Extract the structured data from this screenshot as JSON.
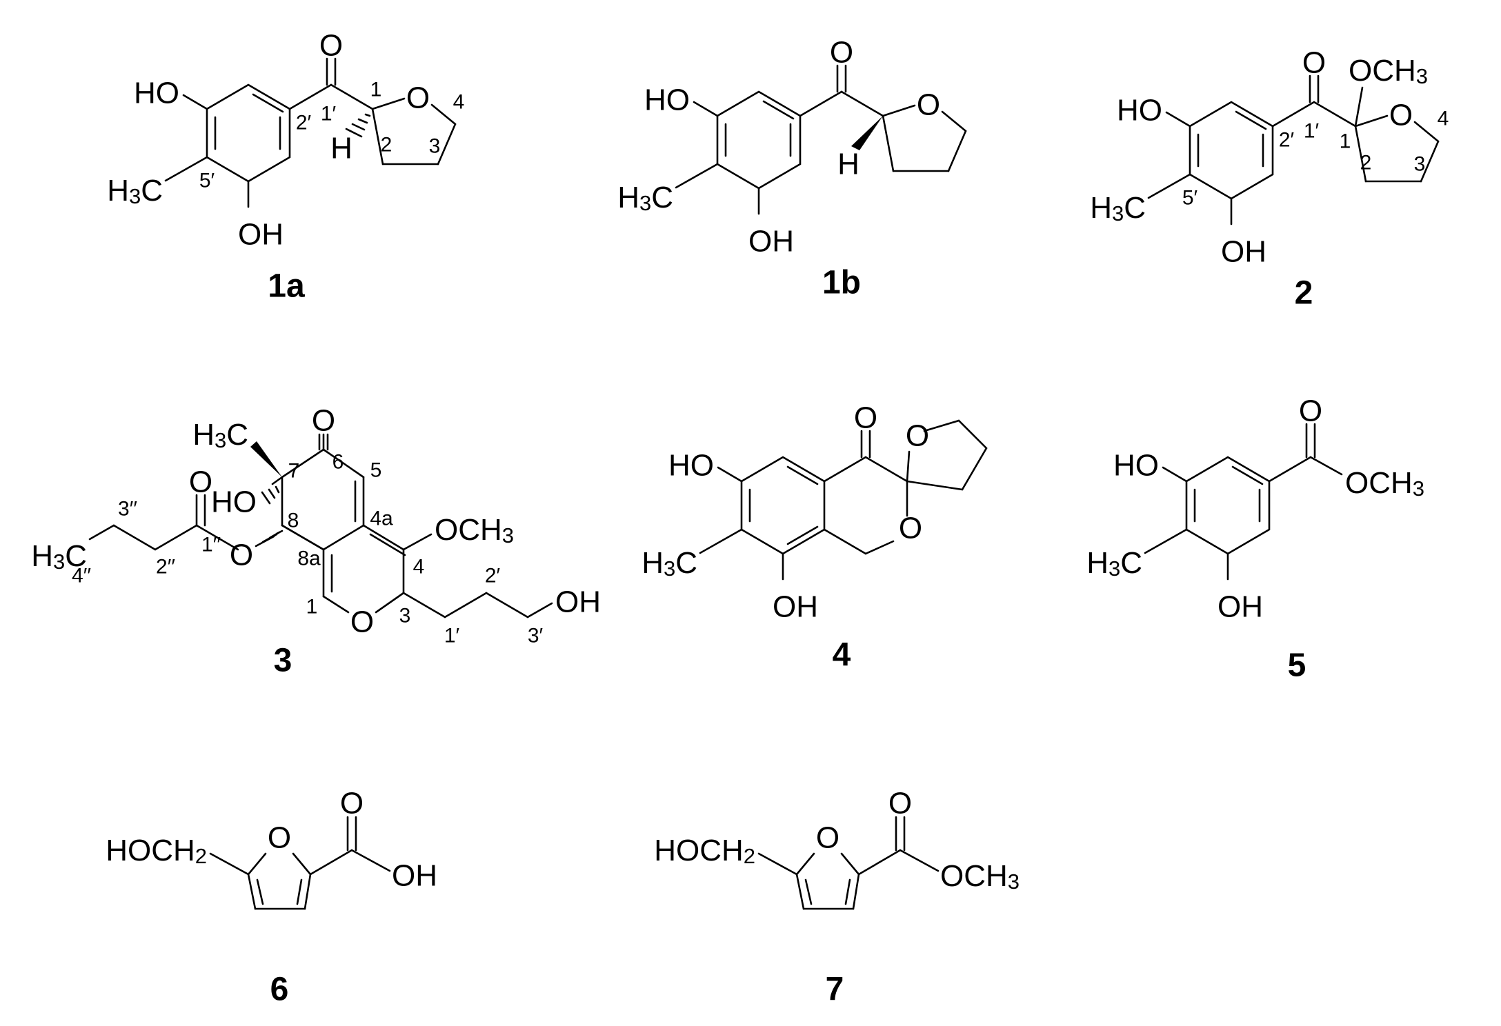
{
  "compounds": [
    {
      "id": "1a",
      "atom_labels": [
        "O",
        "HO",
        "O",
        "H",
        "H3C",
        "OH"
      ],
      "locants": [
        "1′",
        "1",
        "2′",
        "2",
        "3",
        "4",
        "5′"
      ]
    },
    {
      "id": "1b",
      "atom_labels": [
        "O",
        "HO",
        "O",
        "H",
        "H3C",
        "OH"
      ],
      "locants": []
    },
    {
      "id": "2",
      "atom_labels": [
        "O",
        "OCH3",
        "HO",
        "O",
        "H3C",
        "OH"
      ],
      "locants": [
        "1′",
        "1",
        "2′",
        "2",
        "3",
        "4",
        "5′"
      ]
    },
    {
      "id": "3",
      "atom_labels": [
        "O",
        "H3C",
        "HO",
        "O",
        "O",
        "OCH3",
        "O",
        "OH",
        "H3C"
      ],
      "locants": [
        "6",
        "5",
        "7",
        "8",
        "4a",
        "8a",
        "4",
        "1",
        "3",
        "1′",
        "2′",
        "3′",
        "1′′",
        "2′′",
        "3′′",
        "4′′"
      ]
    },
    {
      "id": "4",
      "atom_labels": [
        "O",
        "O",
        "HO",
        "O",
        "H3C",
        "OH"
      ],
      "locants": []
    },
    {
      "id": "5",
      "atom_labels": [
        "O",
        "HO",
        "OCH3",
        "H3C",
        "OH"
      ],
      "locants": []
    },
    {
      "id": "6",
      "atom_labels": [
        "O",
        "HOCH2",
        "O",
        "OH"
      ],
      "locants": []
    },
    {
      "id": "7",
      "atom_labels": [
        "O",
        "HOCH2",
        "O",
        "OCH3"
      ],
      "locants": []
    }
  ]
}
